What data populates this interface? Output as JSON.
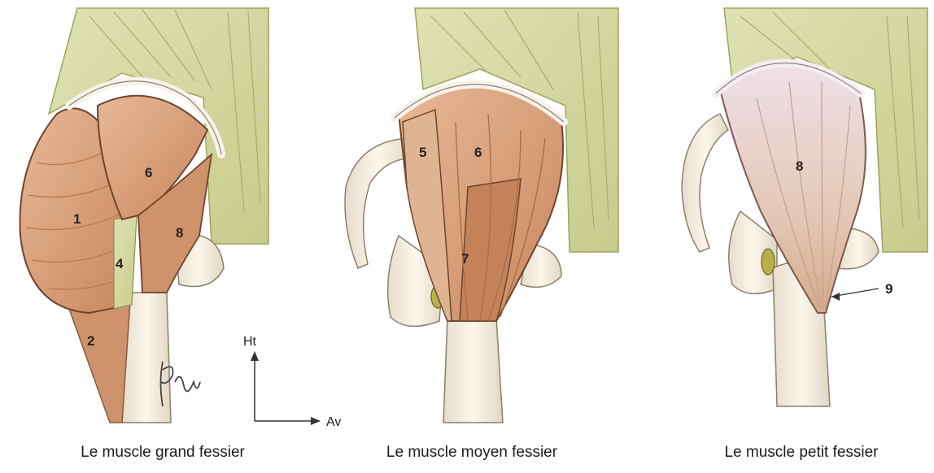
{
  "panels": [
    {
      "caption": "Le muscle grand fessier",
      "labels": [
        "1",
        "2",
        "4",
        "6",
        "8"
      ]
    },
    {
      "caption": "Le muscle moyen fessier",
      "labels": [
        "5",
        "6",
        "7"
      ]
    },
    {
      "caption": "Le muscle petit fessier",
      "labels": [
        "8",
        "9"
      ]
    }
  ],
  "axes": {
    "up": "Ht",
    "forward": "Av"
  },
  "colors": {
    "muscle": "#d9a27e",
    "muscle_dark": "#b97952",
    "bone": "#f1e7d6",
    "tendon": "#f4eedc",
    "green_muscle": "#cfd59a",
    "nerve": "#b9b04a"
  }
}
